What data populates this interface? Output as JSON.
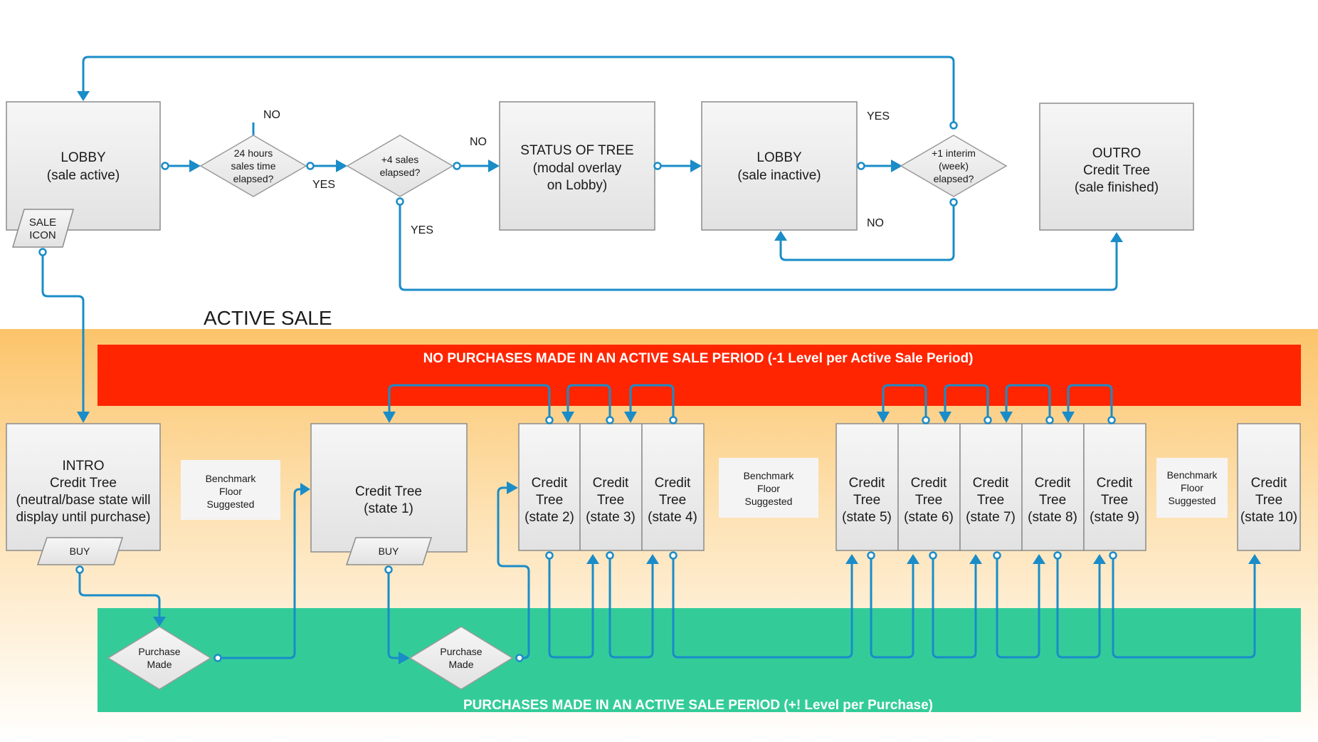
{
  "colors": {
    "flow": "#1a8cc8",
    "band_active_sale_top": "#fcc46a",
    "band_no_purchase": "#ff2500",
    "band_purchase": "#33cc99",
    "box_fill": "#f0f0f0",
    "box_stroke": "#8c8c8c"
  },
  "section_title": "ACTIVE SALE",
  "banners": {
    "no_purchase": "NO PURCHASES MADE IN AN ACTIVE SALE PERIOD (-1 Level per Active Sale Period)",
    "purchase": "PURCHASES MADE IN AN ACTIVE SALE PERIOD (+! Level per Purchase)"
  },
  "top": {
    "lobby_active": [
      "LOBBY",
      "(sale active)"
    ],
    "sale_icon": [
      "SALE",
      "ICON"
    ],
    "decision_24h": [
      "24 hours",
      "sales time",
      "elapsed?"
    ],
    "decision_4sales": [
      "+4 sales",
      "elapsed?"
    ],
    "status_tree": [
      "STATUS OF TREE",
      "(modal overlay",
      "on Lobby)"
    ],
    "lobby_inactive": [
      "LOBBY",
      "(sale inactive)"
    ],
    "decision_interim": [
      "+1 interim",
      "(week)",
      "elapsed?"
    ],
    "outro": [
      "OUTRO",
      "Credit Tree",
      "(sale finished)"
    ],
    "labels": {
      "no": "NO",
      "yes": "YES"
    }
  },
  "bottom": {
    "intro": [
      "INTRO",
      "Credit Tree",
      "(neutral/base state will",
      "display until purchase)"
    ],
    "buy": "BUY",
    "purchase_made": [
      "Purchase",
      "Made"
    ],
    "benchmark": [
      "Benchmark",
      "Floor",
      "Suggested"
    ],
    "state1": [
      "Credit Tree",
      "(state 1)"
    ],
    "states": [
      [
        "Credit",
        "Tree",
        "(state 2)"
      ],
      [
        "Credit",
        "Tree",
        "(state 3)"
      ],
      [
        "Credit",
        "Tree",
        "(state 4)"
      ],
      [
        "Credit",
        "Tree",
        "(state 5)"
      ],
      [
        "Credit",
        "Tree",
        "(state 6)"
      ],
      [
        "Credit",
        "Tree",
        "(state 7)"
      ],
      [
        "Credit",
        "Tree",
        "(state 8)"
      ],
      [
        "Credit",
        "Tree",
        "(state 9)"
      ],
      [
        "Credit",
        "Tree",
        "(state 10)"
      ]
    ]
  }
}
